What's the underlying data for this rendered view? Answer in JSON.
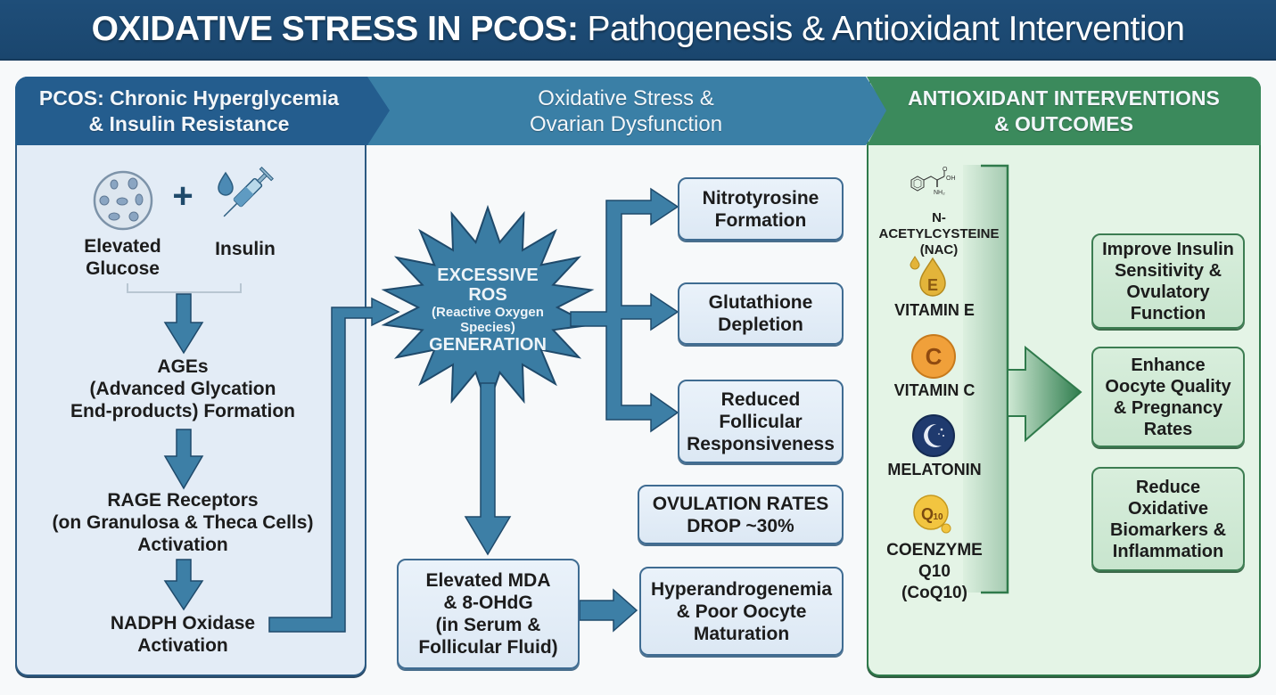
{
  "title": {
    "bold": "OXIDATIVE STRESS IN PCOS:",
    "regular": "Pathogenesis & Antioxidant Intervention"
  },
  "columns": {
    "left": {
      "title_line1": "PCOS: Chronic Hyperglycemia",
      "title_line2": "& Insulin Resistance"
    },
    "middle": {
      "title_line1": "Oxidative Stress &",
      "title_line2": "Ovarian Dysfunction"
    },
    "right": {
      "title_line1": "ANTIOXIDANT INTERVENTIONS",
      "title_line2": "& OUTCOMES"
    }
  },
  "left_panel": {
    "glucose_label": [
      "Elevated",
      "Glucose"
    ],
    "plus_sign": "+",
    "insulin_label": "Insulin",
    "steps": [
      {
        "lines": [
          "AGEs",
          "(Advanced Glycation",
          "End-products) Formation"
        ]
      },
      {
        "lines": [
          "RAGE Receptors",
          "(on Granulosa & Theca Cells)",
          "Activation"
        ]
      },
      {
        "lines": [
          "NADPH Oxidase",
          "Activation"
        ]
      }
    ]
  },
  "middle_panel": {
    "ros_burst": [
      "EXCESSIVE",
      "ROS",
      "(Reactive Oxygen",
      "Species)",
      "GENERATION"
    ],
    "effects": [
      {
        "lines": [
          "Nitrotyrosine",
          "Formation"
        ]
      },
      {
        "lines": [
          "Glutathione",
          "Depletion"
        ]
      },
      {
        "lines": [
          "Reduced",
          "Follicular",
          "Responsiveness"
        ]
      }
    ],
    "ovulation_box": [
      "OVULATION RATES",
      "DROP ~30%"
    ],
    "mda_box": [
      "Elevated MDA",
      "& 8-OHdG",
      "(in Serum &",
      "Follicular Fluid)"
    ],
    "hyperandrogen_box": [
      "Hyperandrogenemia",
      "& Poor Oocyte",
      "Maturation"
    ]
  },
  "right_panel": {
    "interventions": [
      {
        "icon": "molecule-icon",
        "lines": [
          "N-ACETYLCYSTEINE",
          "(NAC)"
        ],
        "chem": {
          "o": "O",
          "oh": "OH",
          "nh2": "NH₂"
        }
      },
      {
        "icon": "vitamin-e-drop-icon",
        "glyph": "E",
        "lines": [
          "VITAMIN E"
        ]
      },
      {
        "icon": "vitamin-c-icon",
        "glyph": "C",
        "lines": [
          "VITAMIN C"
        ]
      },
      {
        "icon": "moon-icon",
        "lines": [
          "MELATONIN"
        ]
      },
      {
        "icon": "coq10-icon",
        "glyph": "Q",
        "glyph_sub": "10",
        "lines": [
          "COENZYME",
          "Q10",
          "(CoQ10)"
        ]
      }
    ],
    "outcomes": [
      {
        "lines": [
          "Improve Insulin",
          "Sensitivity &",
          "Ovulatory",
          "Function"
        ]
      },
      {
        "lines": [
          "Enhance",
          "Oocyte Quality",
          "& Pregnancy",
          "Rates"
        ]
      },
      {
        "lines": [
          "Reduce",
          "Oxidative",
          "Biomarkers &",
          "Inflammation"
        ]
      }
    ]
  },
  "colors": {
    "title_bg": "#1f4e79",
    "arrow_blue": "#3d7fa6",
    "arrow_stroke": "#1f4a6b",
    "green": "#3b8a5c",
    "vitamin_e": "#e3b43a",
    "vitamin_c": "#f0a03a",
    "melatonin": "#1f3a6e",
    "coq10": "#f2c540"
  }
}
